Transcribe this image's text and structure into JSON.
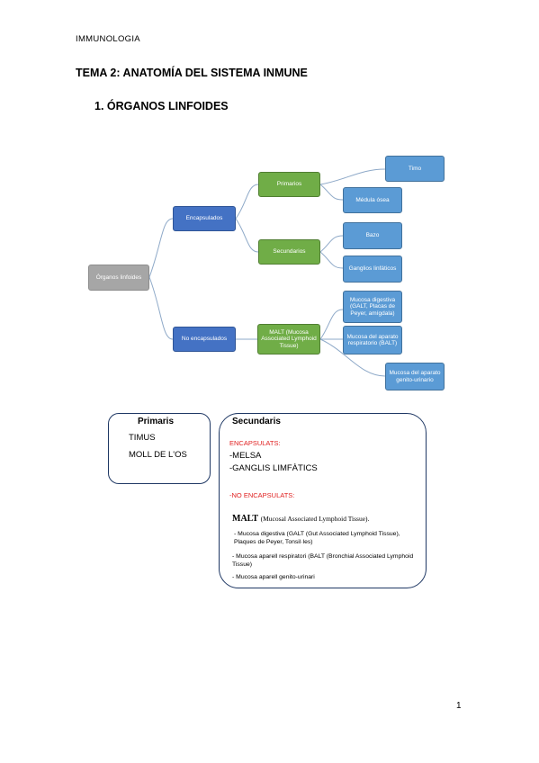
{
  "header": "IMMUNOLOGIA",
  "title": "TEMA 2: ANATOMÍA DEL SISTEMA INMUNE",
  "section": "1.  ÓRGANOS LINFOIDES",
  "diagram": {
    "root": "Órganos linfoides",
    "encapsulados": "Encapsulados",
    "no_encapsulados": "No encapsulados",
    "primarios": "Primarios",
    "secundarios": "Secundarios",
    "malt": "MALT (Mucosa Associated Lymphoid Tissue)",
    "timo": "Timo",
    "medula": "Médula ósea",
    "bazo": "Bazo",
    "ganglios": "Ganglios linfáticos",
    "mucosa_digestiva": "Mucosa digestiva (GALT, Placas de Peyer, amígdala)",
    "mucosa_respiratorio": "Mucosa del aparato respiratorio (BALT)",
    "mucosa_genito": "Mucosa del aparato genito-urinario"
  },
  "primaris_box": {
    "title": "Primaris",
    "items": [
      "TIMUS",
      "MOLL DE L'OS"
    ]
  },
  "secundaris_box": {
    "title": "Secundaris",
    "encapsulats_label": "ENCAPSULATS:",
    "encapsulats_items": [
      "-MELSA",
      "-GANGLIS LIMFÀTICS"
    ],
    "no_encapsulats_label": "-NO ENCAPSULATS:",
    "malt_title": "MALT",
    "malt_sub": "(Mucosal Associated Lymphoid Tissue).",
    "list": [
      "-  Mucosa digestiva (GALT (Gut Associated Lymphoid Tissue), Plaques de Peyer, Tonsil·les)",
      "- Mucosa aparell respiratori (BALT (Bronchial Associated Lymphoid Tissue)",
      "- Mucosa aparell genito-urinari"
    ]
  },
  "page_number": "1"
}
